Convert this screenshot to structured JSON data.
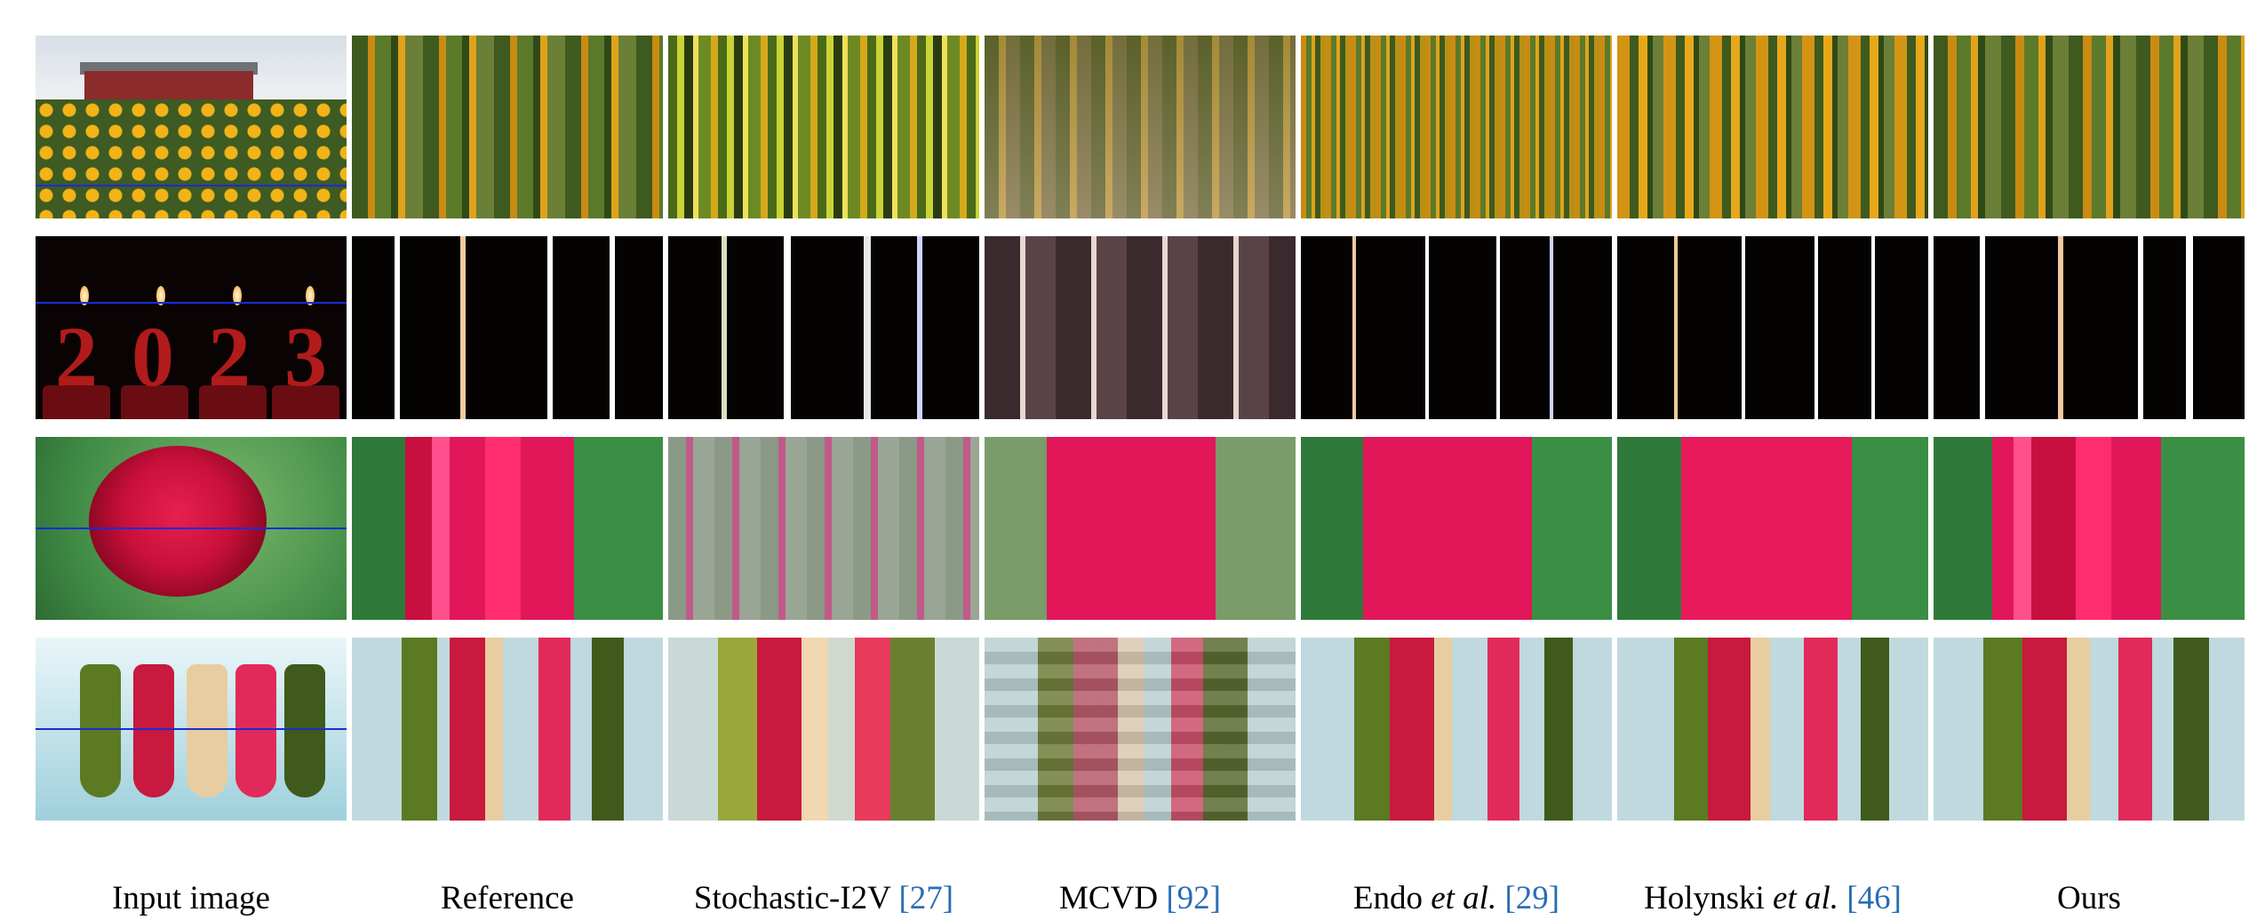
{
  "figure": {
    "columns": [
      {
        "label": "Input image",
        "ref": ""
      },
      {
        "label": "Reference",
        "ref": ""
      },
      {
        "label": "Stochastic-I2V ",
        "ref": "[27]"
      },
      {
        "label": "MCVD ",
        "ref": "[92]"
      },
      {
        "label": "Endo ",
        "italic": "et al.",
        "ref": "[29]"
      },
      {
        "label": "Holynski ",
        "italic": "et al.",
        "ref": "[46]"
      },
      {
        "label": "Ours",
        "ref": ""
      }
    ],
    "rows": [
      {
        "subject": "sunflower field",
        "colors": [
          "#3e5a1f",
          "#c98b12",
          "#5b7a2a",
          "#2f4a16",
          "#e0a21a",
          "#6b7f36"
        ]
      },
      {
        "subject": "2023 candles",
        "colors": [
          "#050202",
          "#050202",
          "#ffffff",
          "#050202",
          "#f0c9a0",
          "#050202"
        ]
      },
      {
        "subject": "red rose",
        "colors": [
          "#2f7a3a",
          "#e1175a",
          "#ff4f8d",
          "#c80f3f",
          "#ff2d6f",
          "#3a8f45"
        ]
      },
      {
        "subject": "socks on line",
        "colors": [
          "#bfd9de",
          "#5c7a22",
          "#c8193f",
          "#e8cda0",
          "#e22a5a",
          "#3f5a1a"
        ]
      }
    ],
    "styles": {
      "link_color": "#2a6db5",
      "scanline_color": "#1a2bd6"
    }
  }
}
